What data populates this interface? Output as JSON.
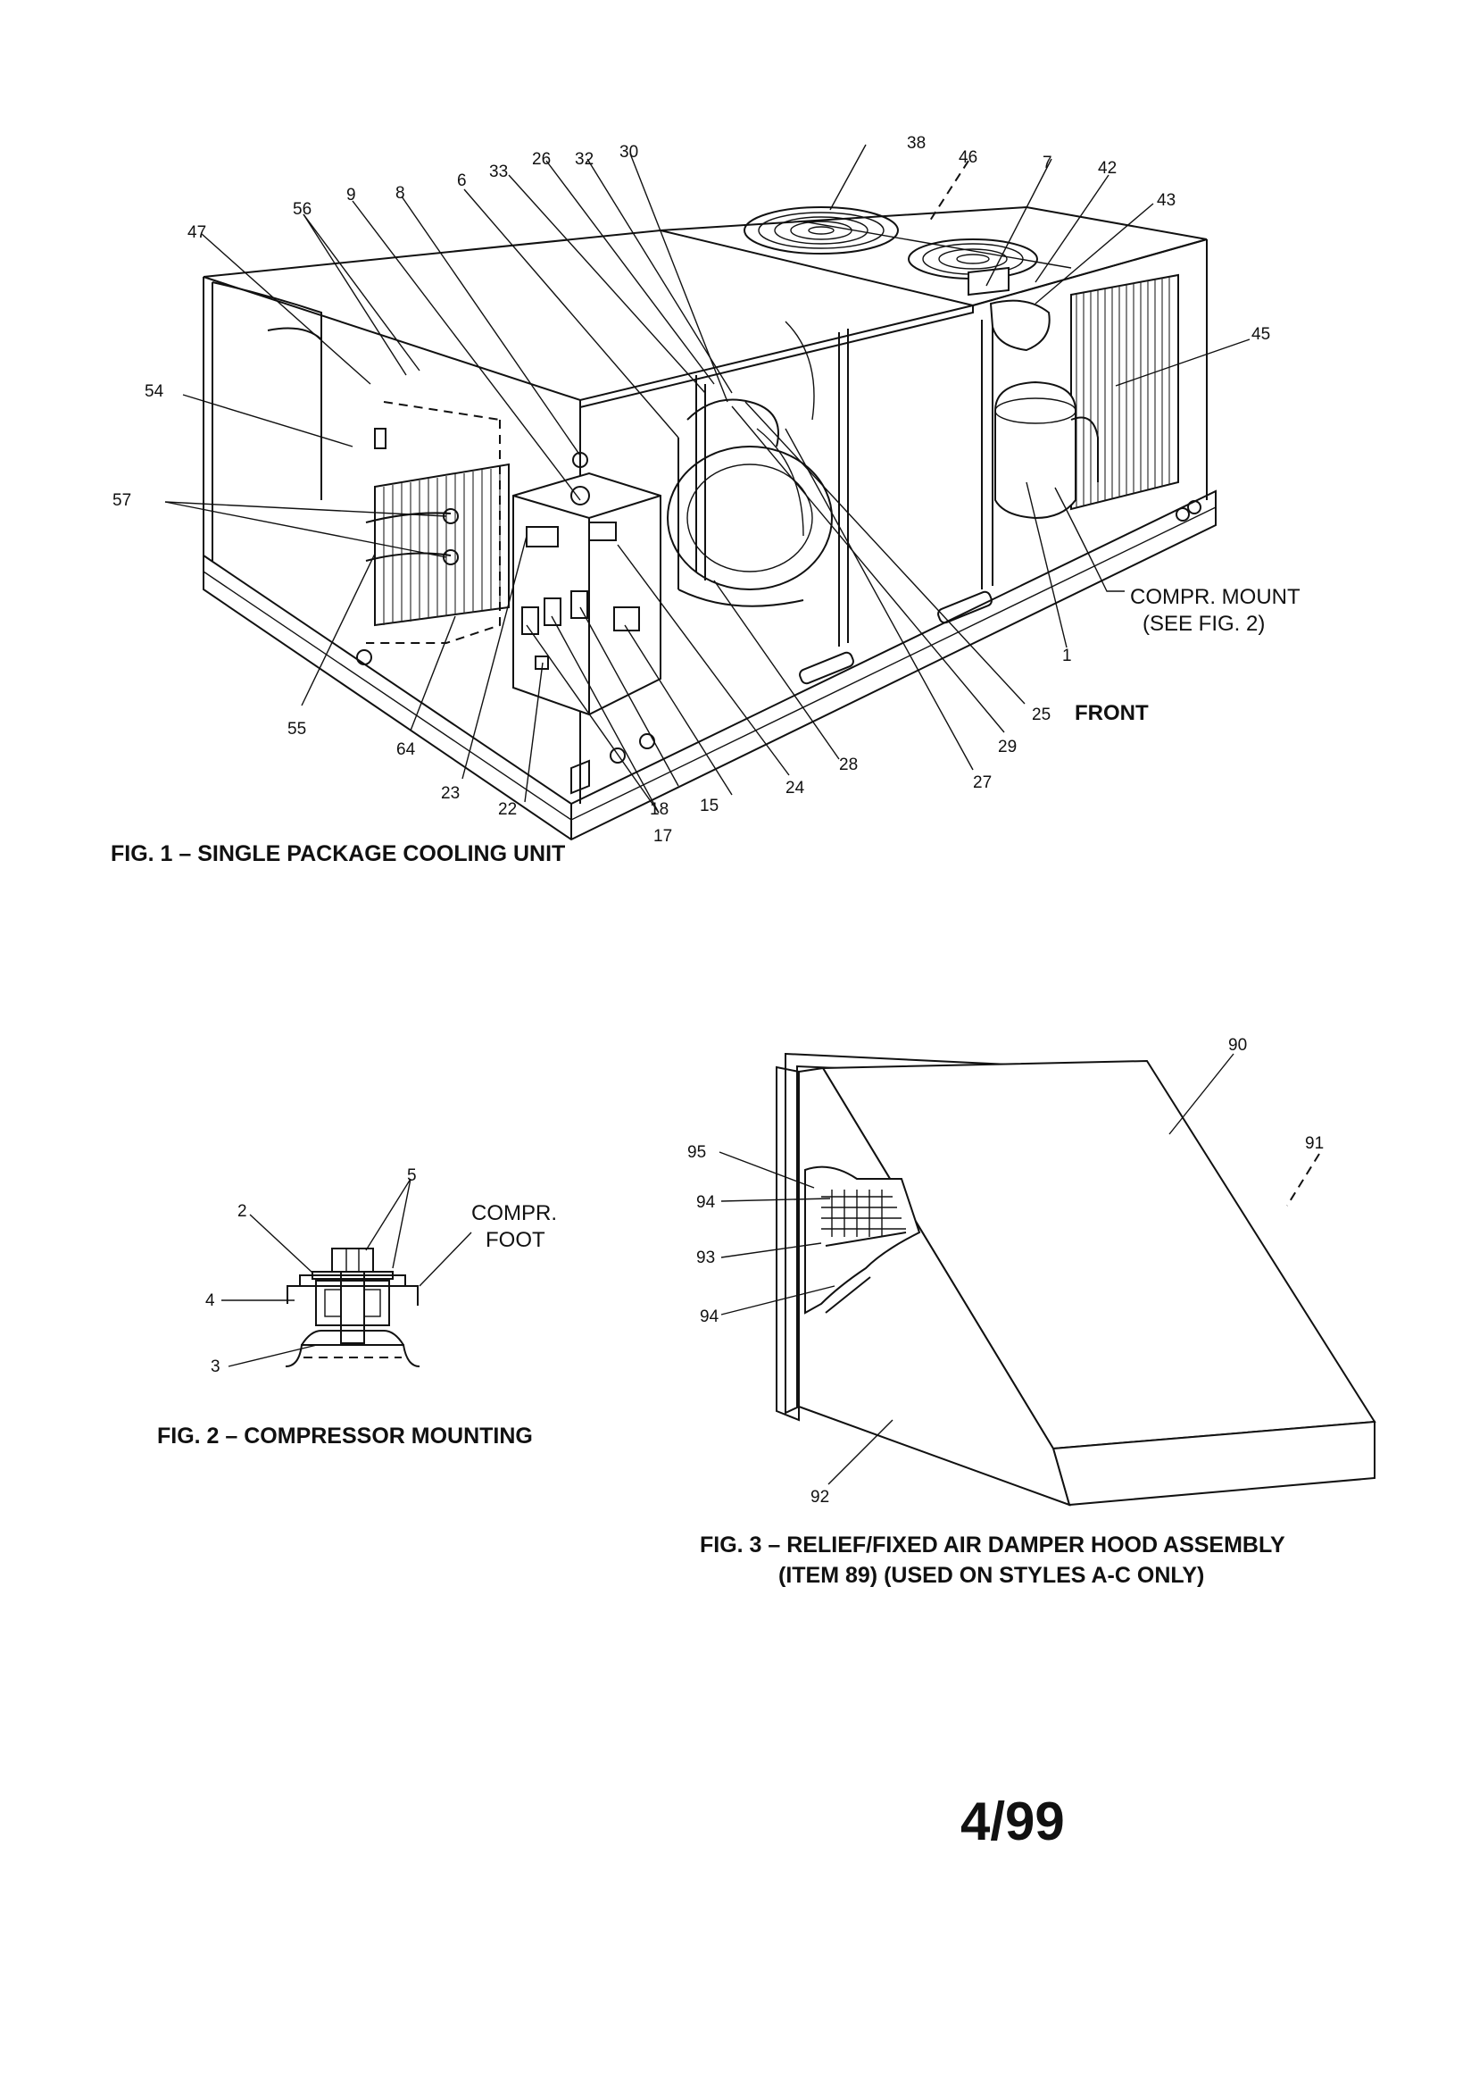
{
  "fig1": {
    "caption": "FIG. 1 – SINGLE PACKAGE COOLING UNIT",
    "front_label": "FRONT",
    "compr_mount_line1": "COMPR. MOUNT",
    "compr_mount_line2": "(SEE FIG. 2)",
    "callouts": {
      "c1": "1",
      "c6": "6",
      "c7": "7",
      "c8": "8",
      "c9": "9",
      "c15": "15",
      "c17": "17",
      "c18": "18",
      "c22": "22",
      "c23": "23",
      "c24": "24",
      "c25": "25",
      "c26": "26",
      "c27": "27",
      "c28": "28",
      "c29": "29",
      "c30": "30",
      "c32": "32",
      "c33": "33",
      "c38": "38",
      "c42": "42",
      "c43": "43",
      "c45": "45",
      "c46": "46",
      "c47": "47",
      "c54": "54",
      "c55": "55",
      "c56": "56",
      "c57": "57",
      "c64": "64"
    }
  },
  "fig2": {
    "caption": "FIG. 2 – COMPRESSOR MOUNTING",
    "foot_line1": "COMPR.",
    "foot_line2": "FOOT",
    "callouts": {
      "c2": "2",
      "c3": "3",
      "c4": "4",
      "c5": "5"
    }
  },
  "fig3": {
    "caption_line1": "FIG. 3 – RELIEF/FIXED AIR DAMPER HOOD ASSEMBLY",
    "caption_line2": "(ITEM 89) (USED ON STYLES A-C ONLY)",
    "callouts": {
      "c90": "90",
      "c91": "91",
      "c92": "92",
      "c93": "93",
      "c94a": "94",
      "c94b": "94",
      "c95": "95"
    }
  },
  "page_number": "4/99"
}
